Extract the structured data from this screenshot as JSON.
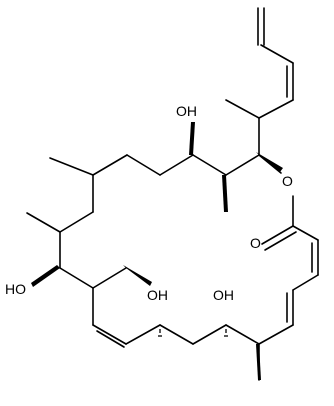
{
  "molecule": {
    "atom_labels": {
      "oh_top": "OH",
      "ring_oxygen": "O",
      "carbonyl_oxygen": "O",
      "oh_left": "HO",
      "oh_mid": "OH",
      "oh_right": "OH"
    },
    "colors": {
      "bond": "#000000",
      "background": "#ffffff"
    }
  }
}
